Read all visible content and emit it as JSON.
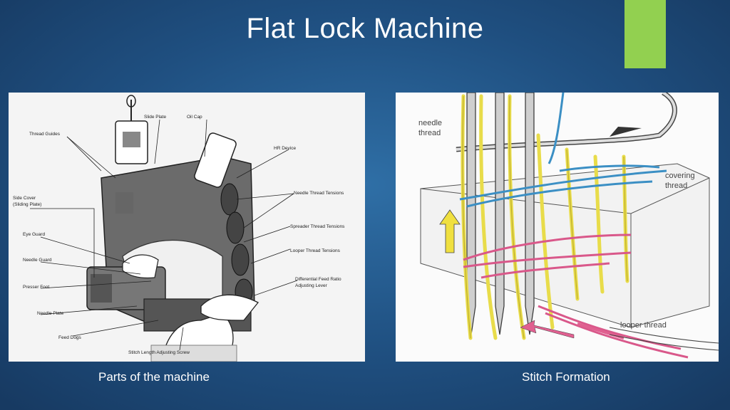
{
  "slide": {
    "title": "Flat Lock Machine",
    "accent_color": "#92d050",
    "captions": {
      "left": "Parts of the machine",
      "right": "Stitch Formation"
    }
  },
  "machine_labels": {
    "thread_guides": "Thread Guides",
    "slide_plate": "Slide Plate",
    "oil_cap": "Oil Cap",
    "hr_device": "HR Device",
    "side_cover": "Side Cover",
    "sliding_plate": "(Sliding Plate)",
    "needle_thread_tensions": "Needle Thread Tensions",
    "spreader_thread_tensions": "Spreader Thread Tensions",
    "eye_guard": "Eye Guard",
    "looper_thread_tensions": "Looper Thread Tensions",
    "needle_guard": "Needle Guard",
    "presser_foot": "Presser Foot",
    "differential_feed_1": "Differential Feed Ratio",
    "differential_feed_2": "Adjusting Lever",
    "needle_plate": "Needle Plate",
    "feed_dogs": "Feed Dogs",
    "stitch_length": "Stitch Length Adjusting Screw"
  },
  "stitch_labels": {
    "needle_1": "needle",
    "needle_2": "thread",
    "covering_1": "covering",
    "covering_2": "thread",
    "looper": "looper thread"
  }
}
